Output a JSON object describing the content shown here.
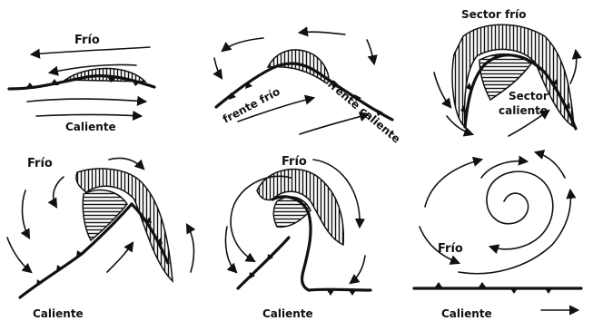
{
  "panels": [
    {
      "labels": {
        "top": "Frío",
        "bottom": "Caliente"
      }
    },
    {
      "labels": {
        "cold_front": "frente frío",
        "warm_front": "frente caliente"
      }
    },
    {
      "labels": {
        "cold_sector": "Sector frío",
        "warm_sector_line1": "Sector",
        "warm_sector_line2": "caliente"
      }
    },
    {
      "labels": {
        "top": "Frío",
        "bottom": "Caliente"
      }
    },
    {
      "labels": {
        "top": "Frío",
        "bottom": "Caliente"
      }
    },
    {
      "labels": {
        "middle": "Frío",
        "bottom": "Caliente"
      }
    }
  ]
}
